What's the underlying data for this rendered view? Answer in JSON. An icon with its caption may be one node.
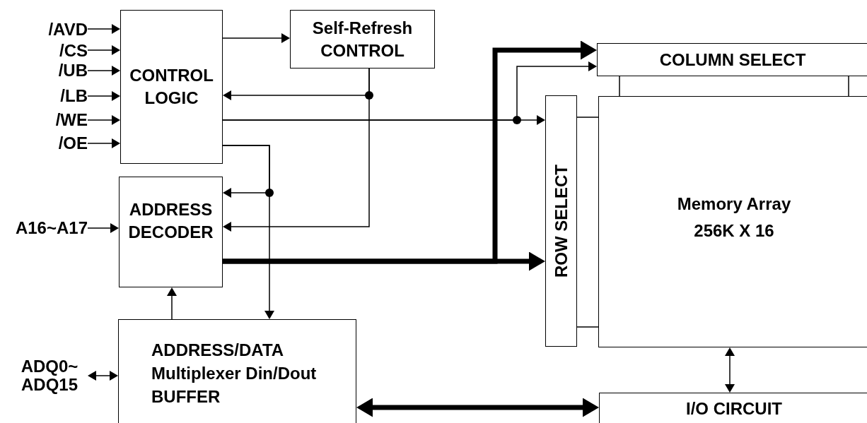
{
  "diagram": {
    "nodes": [
      {
        "text": [
          "/AVD"
        ]
      },
      {
        "text": [
          "/CS"
        ]
      },
      {
        "text": [
          "/UB"
        ]
      },
      {
        "text": [
          "/LB"
        ]
      },
      {
        "text": [
          "/WE"
        ]
      },
      {
        "text": [
          "/OE"
        ]
      },
      {
        "text": [
          "CONTROL LOGIC"
        ]
      },
      {
        "text": [
          "Self-Refresh CONTROL"
        ]
      },
      {
        "text": [
          "COLUMN SELECT"
        ]
      },
      {
        "text": [
          "ROW SELECT"
        ]
      },
      {
        "text": [
          "Memory Array",
          "256K X 16"
        ]
      },
      {
        "text": [
          "A16~A17"
        ]
      },
      {
        "text": [
          "ADDRESS DECODER"
        ]
      },
      {
        "text": [
          "ADQ0~ ADQ15"
        ]
      },
      {
        "text": [
          "ADDRESS/DATA Multiplexer Din/Dout BUFFER"
        ]
      },
      {
        "text": [
          "I/O CIRCUIT"
        ]
      }
    ],
    "edges": [
      {
        "from": 0,
        "to": 6,
        "arrow": "to"
      },
      {
        "from": 1,
        "to": 6,
        "arrow": "to"
      },
      {
        "from": 2,
        "to": 6,
        "arrow": "to"
      },
      {
        "from": 3,
        "to": 6,
        "arrow": "to"
      },
      {
        "from": 4,
        "to": 6,
        "arrow": "to"
      },
      {
        "from": 5,
        "to": 6,
        "arrow": "to"
      },
      {
        "from": 6,
        "to": 7,
        "arrow": "to"
      },
      {
        "from": 7,
        "to": 6,
        "arrow": "to"
      },
      {
        "from": 7,
        "to": 12,
        "arrow": "to"
      },
      {
        "from": 6,
        "to": 9,
        "arrow": "to"
      },
      {
        "from": 6,
        "to": 8,
        "arrow": "to"
      },
      {
        "from": 6,
        "to": 12,
        "arrow": "to"
      },
      {
        "from": 6,
        "to": 14,
        "arrow": "to"
      },
      {
        "from": 11,
        "to": 12,
        "arrow": "to"
      },
      {
        "from": 12,
        "to": 9,
        "arrow": "to",
        "style": "thick"
      },
      {
        "from": 12,
        "to": 8,
        "arrow": "to",
        "style": "thick"
      },
      {
        "from": 14,
        "to": 12,
        "arrow": "to"
      },
      {
        "from": 13,
        "to": 14,
        "arrow": "both"
      },
      {
        "from": 14,
        "to": 15,
        "arrow": "both",
        "style": "thick"
      },
      {
        "from": 10,
        "to": 15,
        "arrow": "both"
      },
      {
        "from": 8,
        "to": 10,
        "arrow": "none"
      },
      {
        "from": 8,
        "to": 10,
        "arrow": "none"
      },
      {
        "from": 9,
        "to": 10,
        "arrow": "none"
      },
      {
        "from": 9,
        "to": 10,
        "arrow": "none"
      }
    ]
  }
}
